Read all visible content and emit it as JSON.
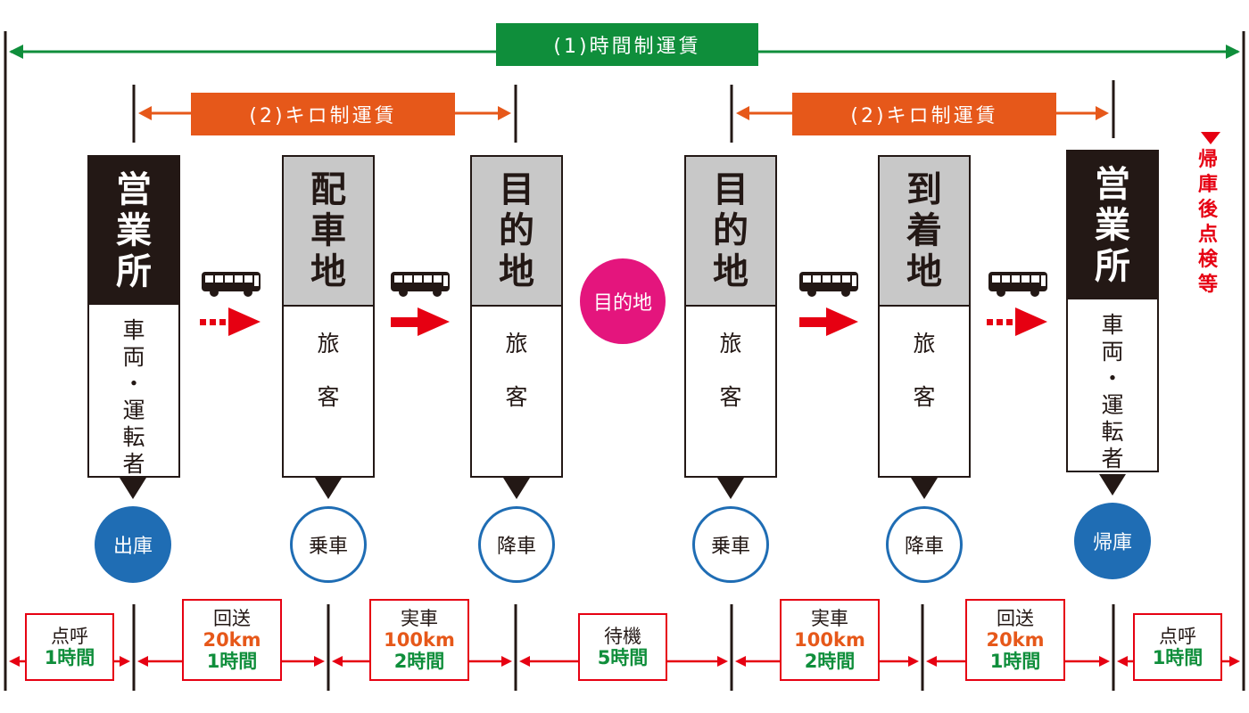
{
  "banners": {
    "time_fare": "(1)時間制運賃",
    "km_fare_left": "(2)キロ制運賃",
    "km_fare_right": "(2)キロ制運賃"
  },
  "pillars": [
    {
      "title": [
        "営",
        "業",
        "所"
      ],
      "body": [
        "車",
        "両",
        "・",
        "運",
        "転",
        "者"
      ]
    },
    {
      "title": [
        "配",
        "車",
        "地"
      ],
      "body": [
        "旅",
        "客"
      ]
    },
    {
      "title": [
        "目",
        "的",
        "地"
      ],
      "body": [
        "旅",
        "客"
      ]
    },
    {
      "title": [
        "目",
        "的",
        "地"
      ],
      "body": [
        "旅",
        "客"
      ]
    },
    {
      "title": [
        "到",
        "着",
        "地"
      ],
      "body": [
        "旅",
        "客"
      ]
    },
    {
      "title": [
        "営",
        "業",
        "所"
      ],
      "body": [
        "車",
        "両",
        "・",
        "運",
        "転",
        "者"
      ]
    }
  ],
  "center_destination": "目的地",
  "events": [
    "出庫",
    "乗車",
    "降車",
    "乗車",
    "降車",
    "帰庫"
  ],
  "side_note": [
    "帰",
    "庫",
    "後",
    "点",
    "検",
    "等"
  ],
  "segments": [
    {
      "label": "点呼",
      "distance": "",
      "time": "1時間"
    },
    {
      "label": "回送",
      "distance": "20km",
      "time": "1時間"
    },
    {
      "label": "実車",
      "distance": "100km",
      "time": "2時間"
    },
    {
      "label": "待機",
      "distance": "",
      "time": "5時間"
    },
    {
      "label": "実車",
      "distance": "100km",
      "time": "2時間"
    },
    {
      "label": "回送",
      "distance": "20km",
      "time": "1時間"
    },
    {
      "label": "点呼",
      "distance": "",
      "time": "1時間"
    }
  ],
  "colors": {
    "green": "#0f8e3b",
    "orange": "#e6581a",
    "red": "#e60012",
    "blue": "#1f6db4",
    "pink": "#e4157d",
    "dark": "#231815",
    "grey": "#c8c8c8"
  },
  "icons": [
    "bus-icon",
    "dotted-arrow-icon",
    "solid-arrow-icon",
    "down-triangle-icon"
  ]
}
